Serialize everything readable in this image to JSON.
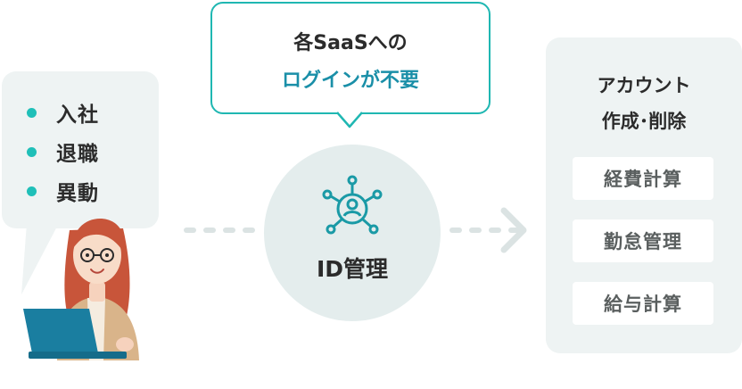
{
  "events": {
    "items": [
      "入社",
      "退職",
      "異動"
    ]
  },
  "callout": {
    "line1": "各SaaSへの",
    "line2": "ログインが不要"
  },
  "hub": {
    "label": "ID管理",
    "icon": "network-user-icon"
  },
  "panel": {
    "title_line1": "アカウント",
    "title_line2": "作成･削除",
    "services": [
      "経費計算",
      "勤怠管理",
      "給与計算"
    ]
  },
  "colors": {
    "accent": "#1fb7b2",
    "accent_text": "#1a8fa8",
    "bubble_bg": "#eef3f3",
    "hub_bg": "#e4eded",
    "laptop": "#1a7ea0"
  }
}
